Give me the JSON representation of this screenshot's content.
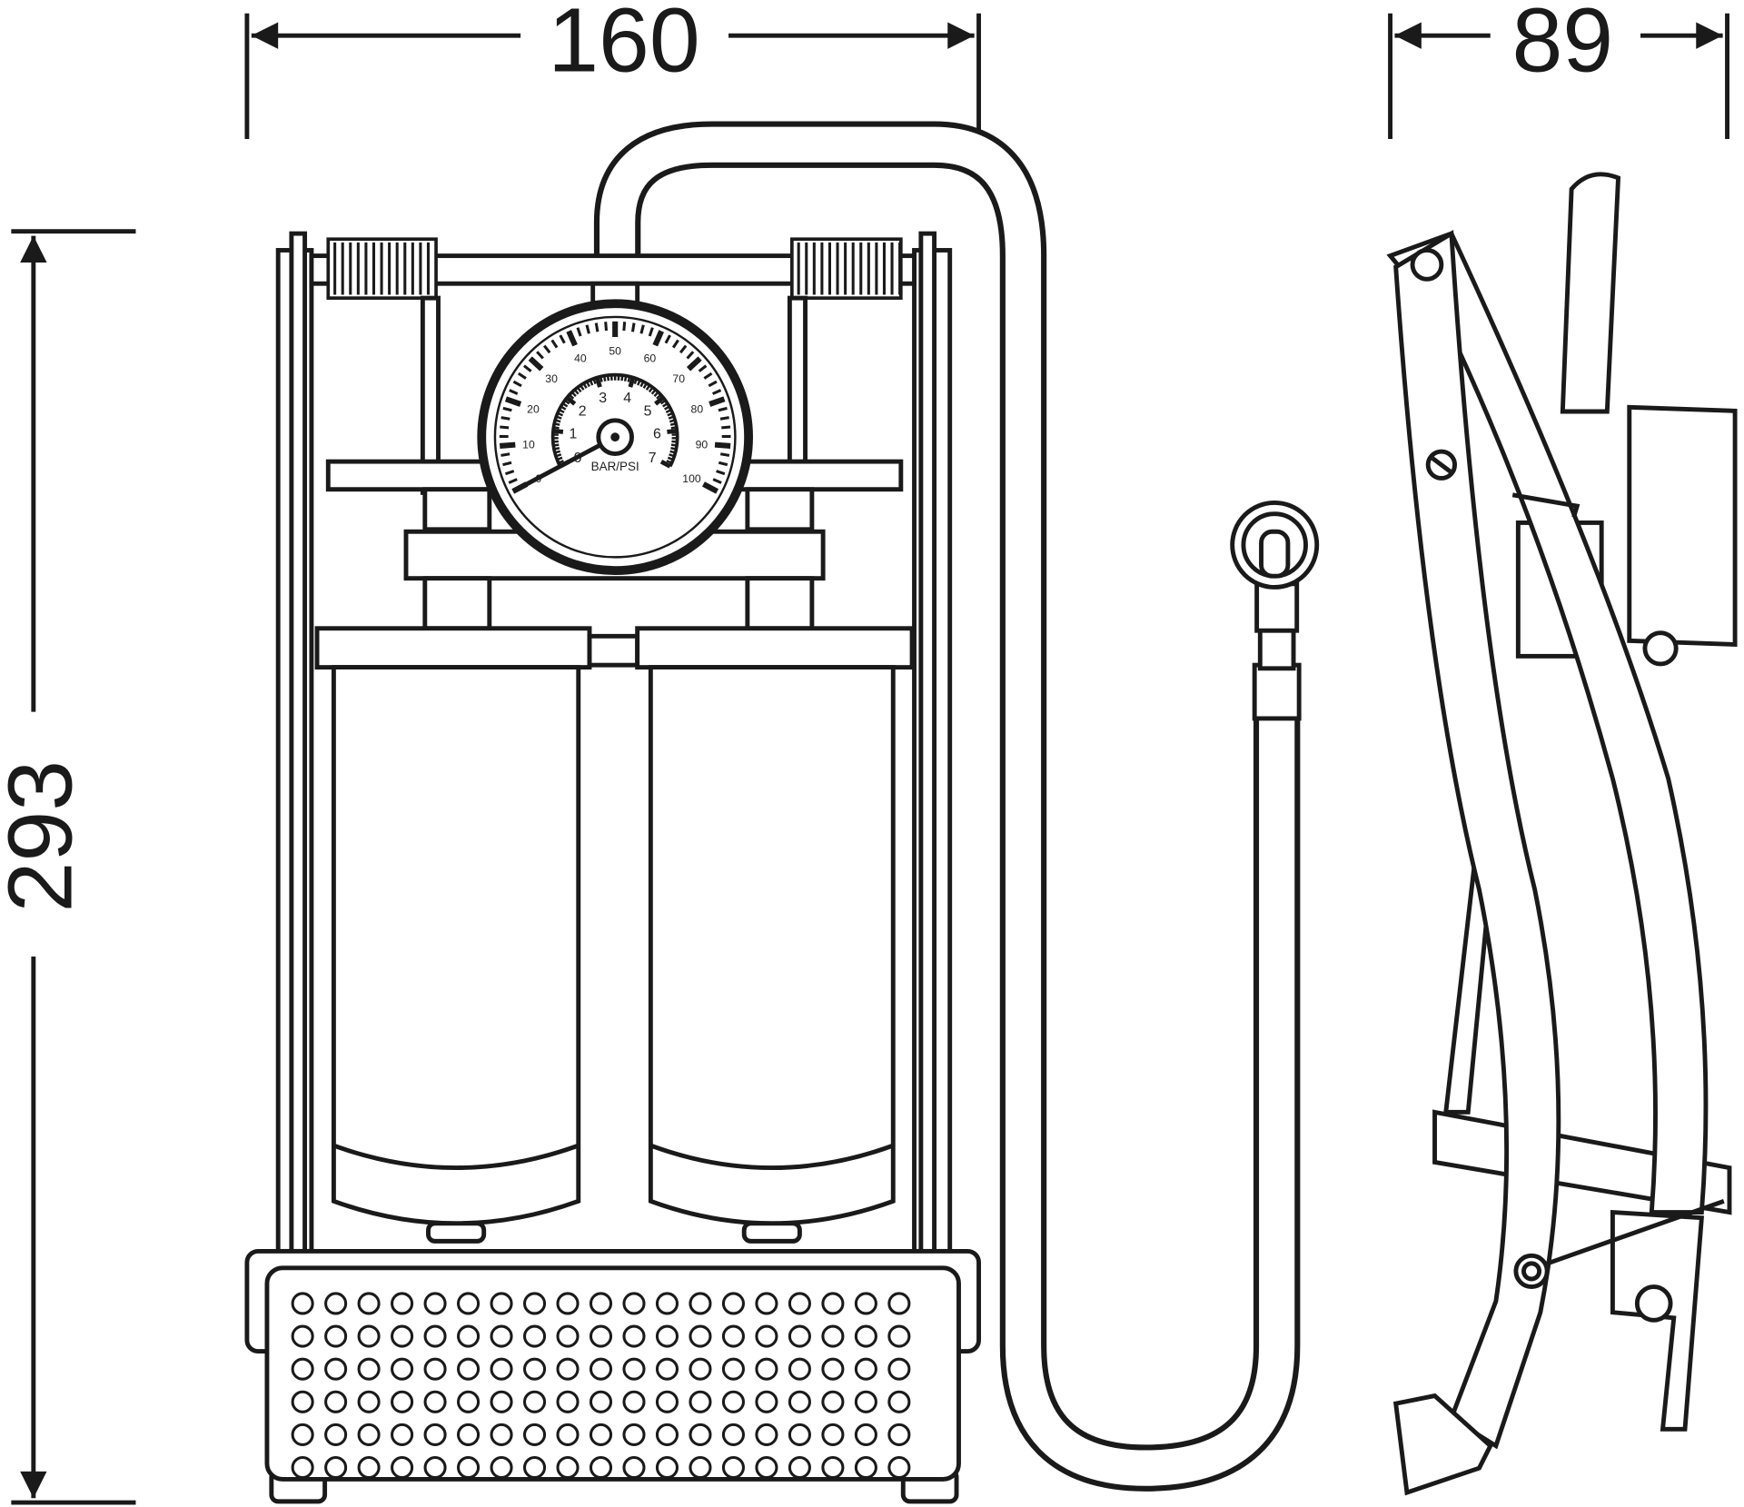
{
  "dimensions": {
    "width_front": "160",
    "depth_side": "89",
    "height": "293"
  },
  "gauge": {
    "psi_labels": [
      "0",
      "10",
      "20",
      "30",
      "40",
      "50",
      "60",
      "70",
      "80",
      "90",
      "100"
    ],
    "bar_labels": [
      "0",
      "1",
      "2",
      "3",
      "4",
      "5",
      "6",
      "7"
    ],
    "unit_label": "BAR/PSI",
    "needle_value_bar": 0
  },
  "colors": {
    "line": "#1a1a1a",
    "background": "#ffffff"
  }
}
